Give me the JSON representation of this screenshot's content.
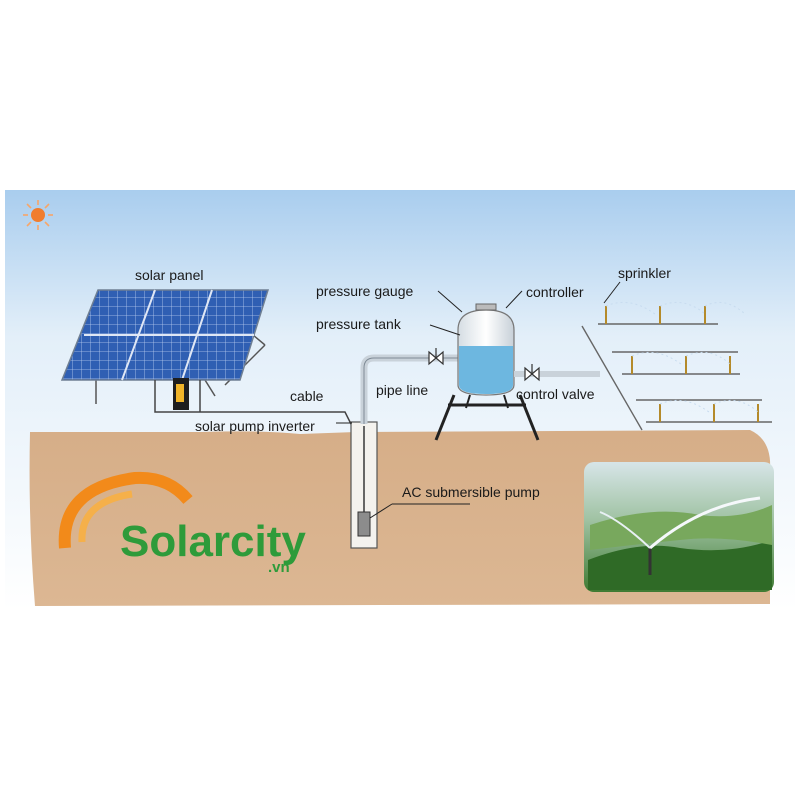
{
  "labels": {
    "solar_panel": "solar panel",
    "pressure_gauge": "pressure gauge",
    "controller": "controller",
    "sprinkler": "sprinkler",
    "pressure_tank": "pressure tank",
    "cable": "cable",
    "pipe_line": "pipe line",
    "control_valve": "control valve",
    "solar_pump_inverter": "solar pump inverter",
    "ac_submersible_pump": "AC submersible pump"
  },
  "logo": {
    "name": "Solarcity",
    "suffix": ".vn"
  },
  "colors": {
    "ground": "#d9b48f",
    "sky_top": "#b7d6ef",
    "panel": "#2f5fb3",
    "water": "#6db7e0",
    "logo_green": "#2e9b3a",
    "logo_orange": "#f28a1a"
  },
  "icons": [
    "sun-icon",
    "solar-panel-icon",
    "pressure-tank-icon",
    "sprinkler-icon",
    "submersible-pump-icon",
    "valve-icon"
  ]
}
